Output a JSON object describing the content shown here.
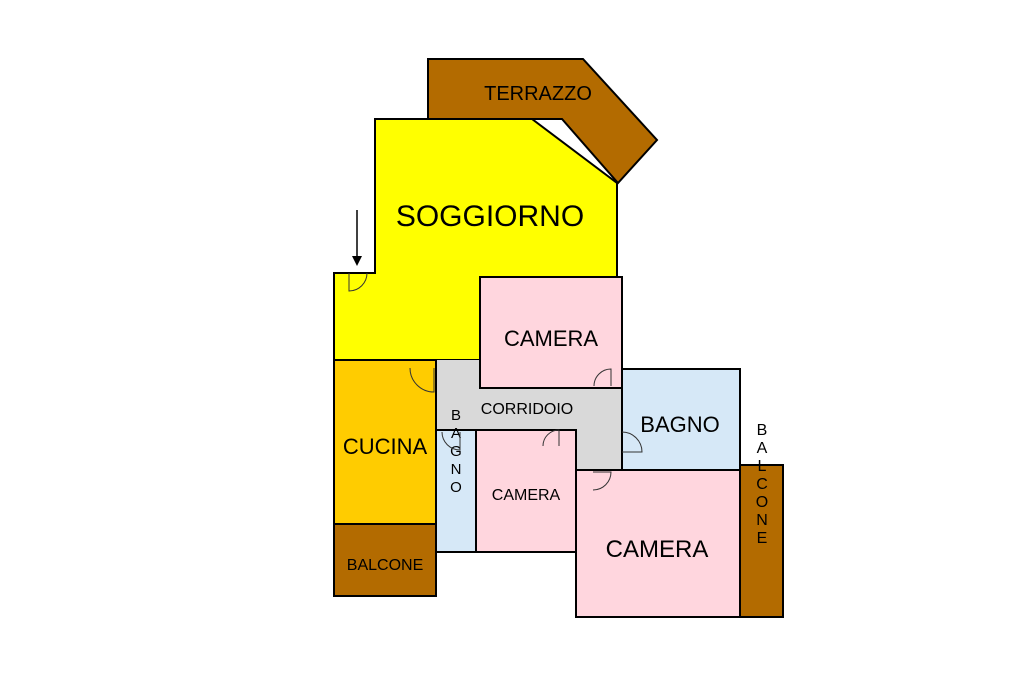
{
  "colors": {
    "soggiorno": "#ffff00",
    "terrazzo": "#b36b00",
    "balcone": "#b36b00",
    "cucina": "#ffcc00",
    "camera": "#ffd6de",
    "bagno": "#d6e8f7",
    "corridoio": "#d9d9d9"
  },
  "rooms": {
    "terrazzo": "TERRAZZO",
    "soggiorno": "SOGGIORNO",
    "camera_top": "CAMERA",
    "corridoio": "CORRIDOIO",
    "bagno_right": "BAGNO",
    "cucina": "CUCINA",
    "bagno_small": "BAGNO",
    "camera_small": "CAMERA",
    "camera_large": "CAMERA",
    "balcone_left": "BALCONE",
    "balcone_right": "BALCONE"
  },
  "entrance": "entrance-arrow"
}
